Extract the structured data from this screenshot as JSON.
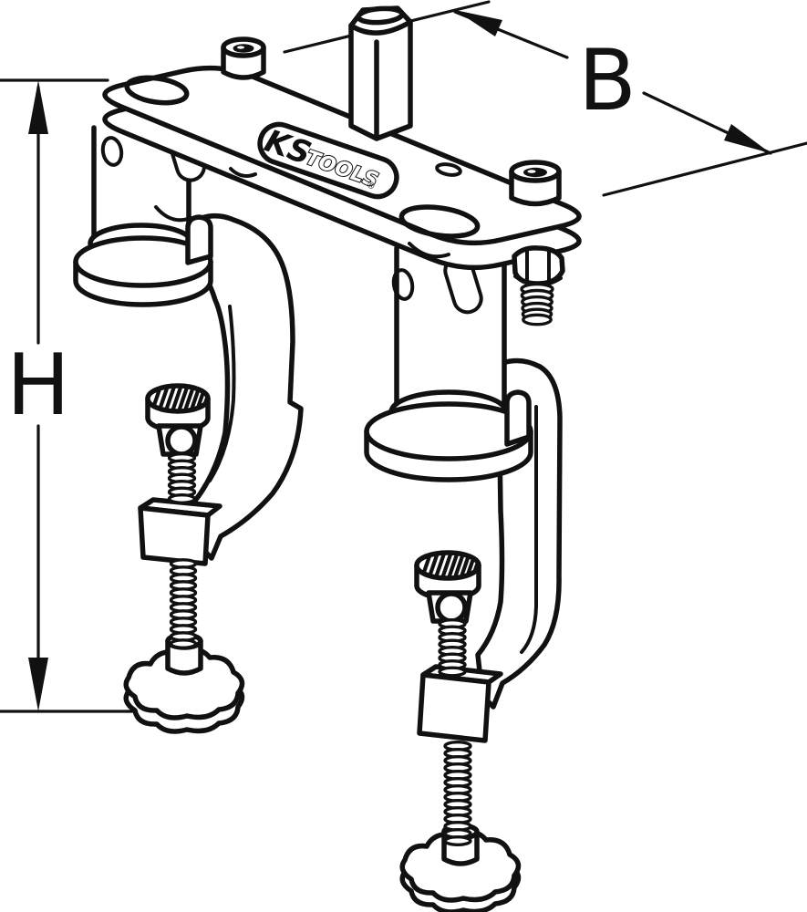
{
  "drawing": {
    "kind": "isometric line illustration of a clamping bracket tool with two screw clamps",
    "labels": {
      "width_dimension": "B",
      "height_dimension": "H"
    },
    "logo": {
      "ks": "KS",
      "tools": "TOOLS",
      "registered": "®"
    },
    "colors": {
      "ink": "#111111",
      "background": "#ffffff"
    }
  }
}
